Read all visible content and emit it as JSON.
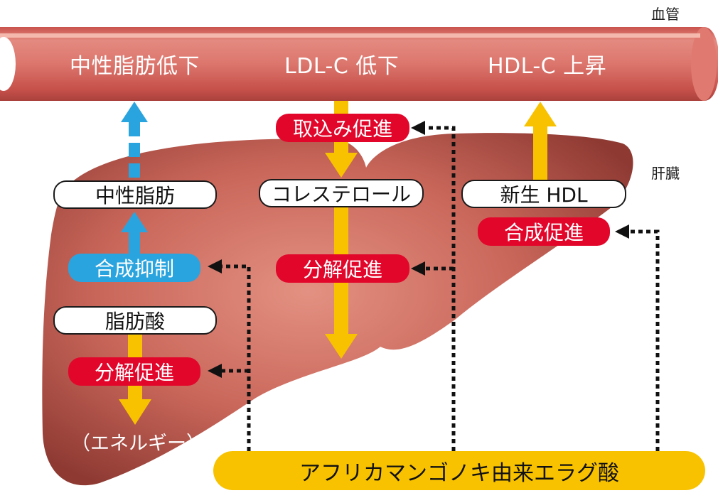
{
  "labels": {
    "vessel": "血管",
    "liver": "肝臓"
  },
  "vessel_texts": {
    "tg_down": "中性脂肪低下",
    "ldl_down": "LDL-C 低下",
    "hdl_up": "HDL-C 上昇"
  },
  "left_column": {
    "triglyceride": "中性脂肪",
    "synthesis_inhibition": "合成抑制",
    "fatty_acid": "脂肪酸",
    "breakdown_promotion": "分解促進",
    "energy": "（エネルギー）"
  },
  "middle_column": {
    "uptake_promotion": "取込み促進",
    "cholesterol": "コレステロール",
    "breakdown_promotion": "分解促進"
  },
  "right_column": {
    "new_hdl": "新生 HDL",
    "synthesis_promotion": "合成促進"
  },
  "source": "アフリカマンゴノキ由来エラグ酸",
  "colors": {
    "liver": "#b8544a",
    "vessel": "#d8665f",
    "yellow_arrow": "#f8c200",
    "blue_arrow": "#2aa4de",
    "red_pill": "#e2062b",
    "blue_pill": "#2aa4de",
    "source_bar": "#f8c200"
  }
}
